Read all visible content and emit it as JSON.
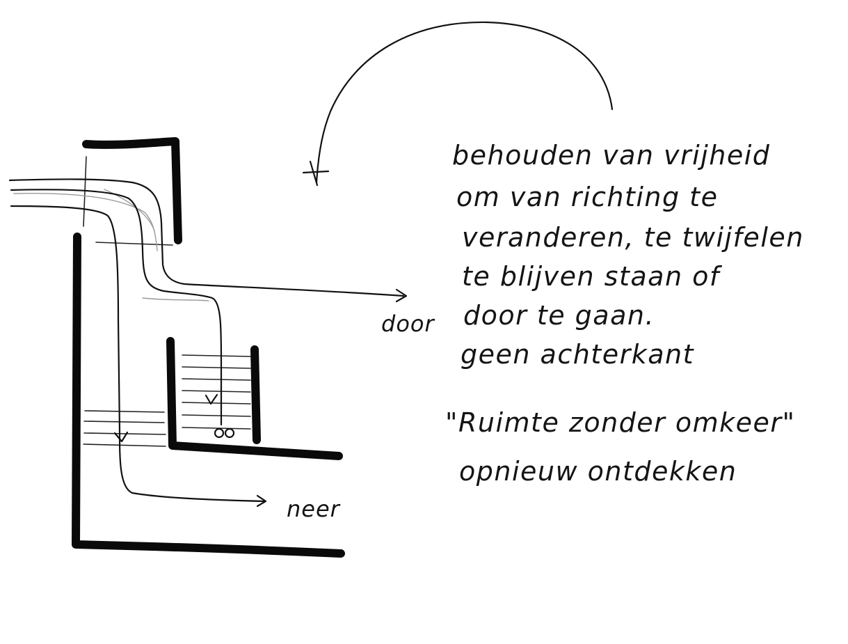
{
  "labels": {
    "door": "door",
    "neer": "neer"
  },
  "note": {
    "lines": [
      "behouden van vrijheid",
      "om van richting te",
      "veranderen, te twijfelen",
      "te blijven staan of",
      "door te gaan.",
      "geen achterkant"
    ],
    "quote_line1": "\"Ruimte zonder omkeer\"",
    "quote_line2": "opnieuw ontdekken"
  },
  "colors": {
    "ink": "#111111",
    "paper": "#ffffff"
  }
}
